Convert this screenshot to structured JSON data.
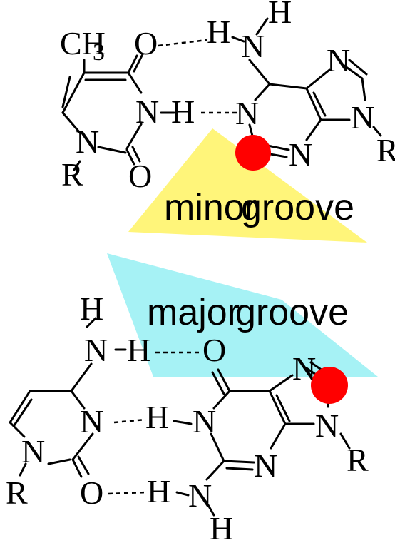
{
  "colors": {
    "minor_groove": "#FFF57A",
    "major_groove": "#A6F2F5",
    "highlight": "#FF0000",
    "ink": "#000000"
  },
  "labels": {
    "minor_groove": {
      "first": "minor",
      "second": "groove"
    },
    "major_groove": {
      "first": "major",
      "second": "groove"
    }
  },
  "top_pair": {
    "pyrimidine": {
      "methyl": "CH",
      "methyl_sub": "3",
      "carbonyl_top": "O",
      "n3": "N",
      "n3_h": "H",
      "n1": "N",
      "r": "R",
      "carbonyl_bottom": "O"
    },
    "purine": {
      "amine_h_top": "H",
      "amine_n": "N",
      "amine_h_left": "H",
      "n1": "N",
      "n3": "N",
      "n7": "N",
      "n9": "N",
      "r": "R"
    }
  },
  "bottom_pair": {
    "pyrimidine": {
      "amine_h_top": "H",
      "amine_n": "N",
      "amine_h_right": "H",
      "n3": "N",
      "n1": "N",
      "r": "R",
      "carbonyl": "O"
    },
    "purine": {
      "carbonyl": "O",
      "n1_h": "H",
      "n1": "N",
      "n3": "N",
      "n7": "N",
      "n9": "N",
      "r": "R",
      "amine_h_left": "H",
      "amine_n": "N",
      "amine_h_bottom": "H"
    }
  }
}
